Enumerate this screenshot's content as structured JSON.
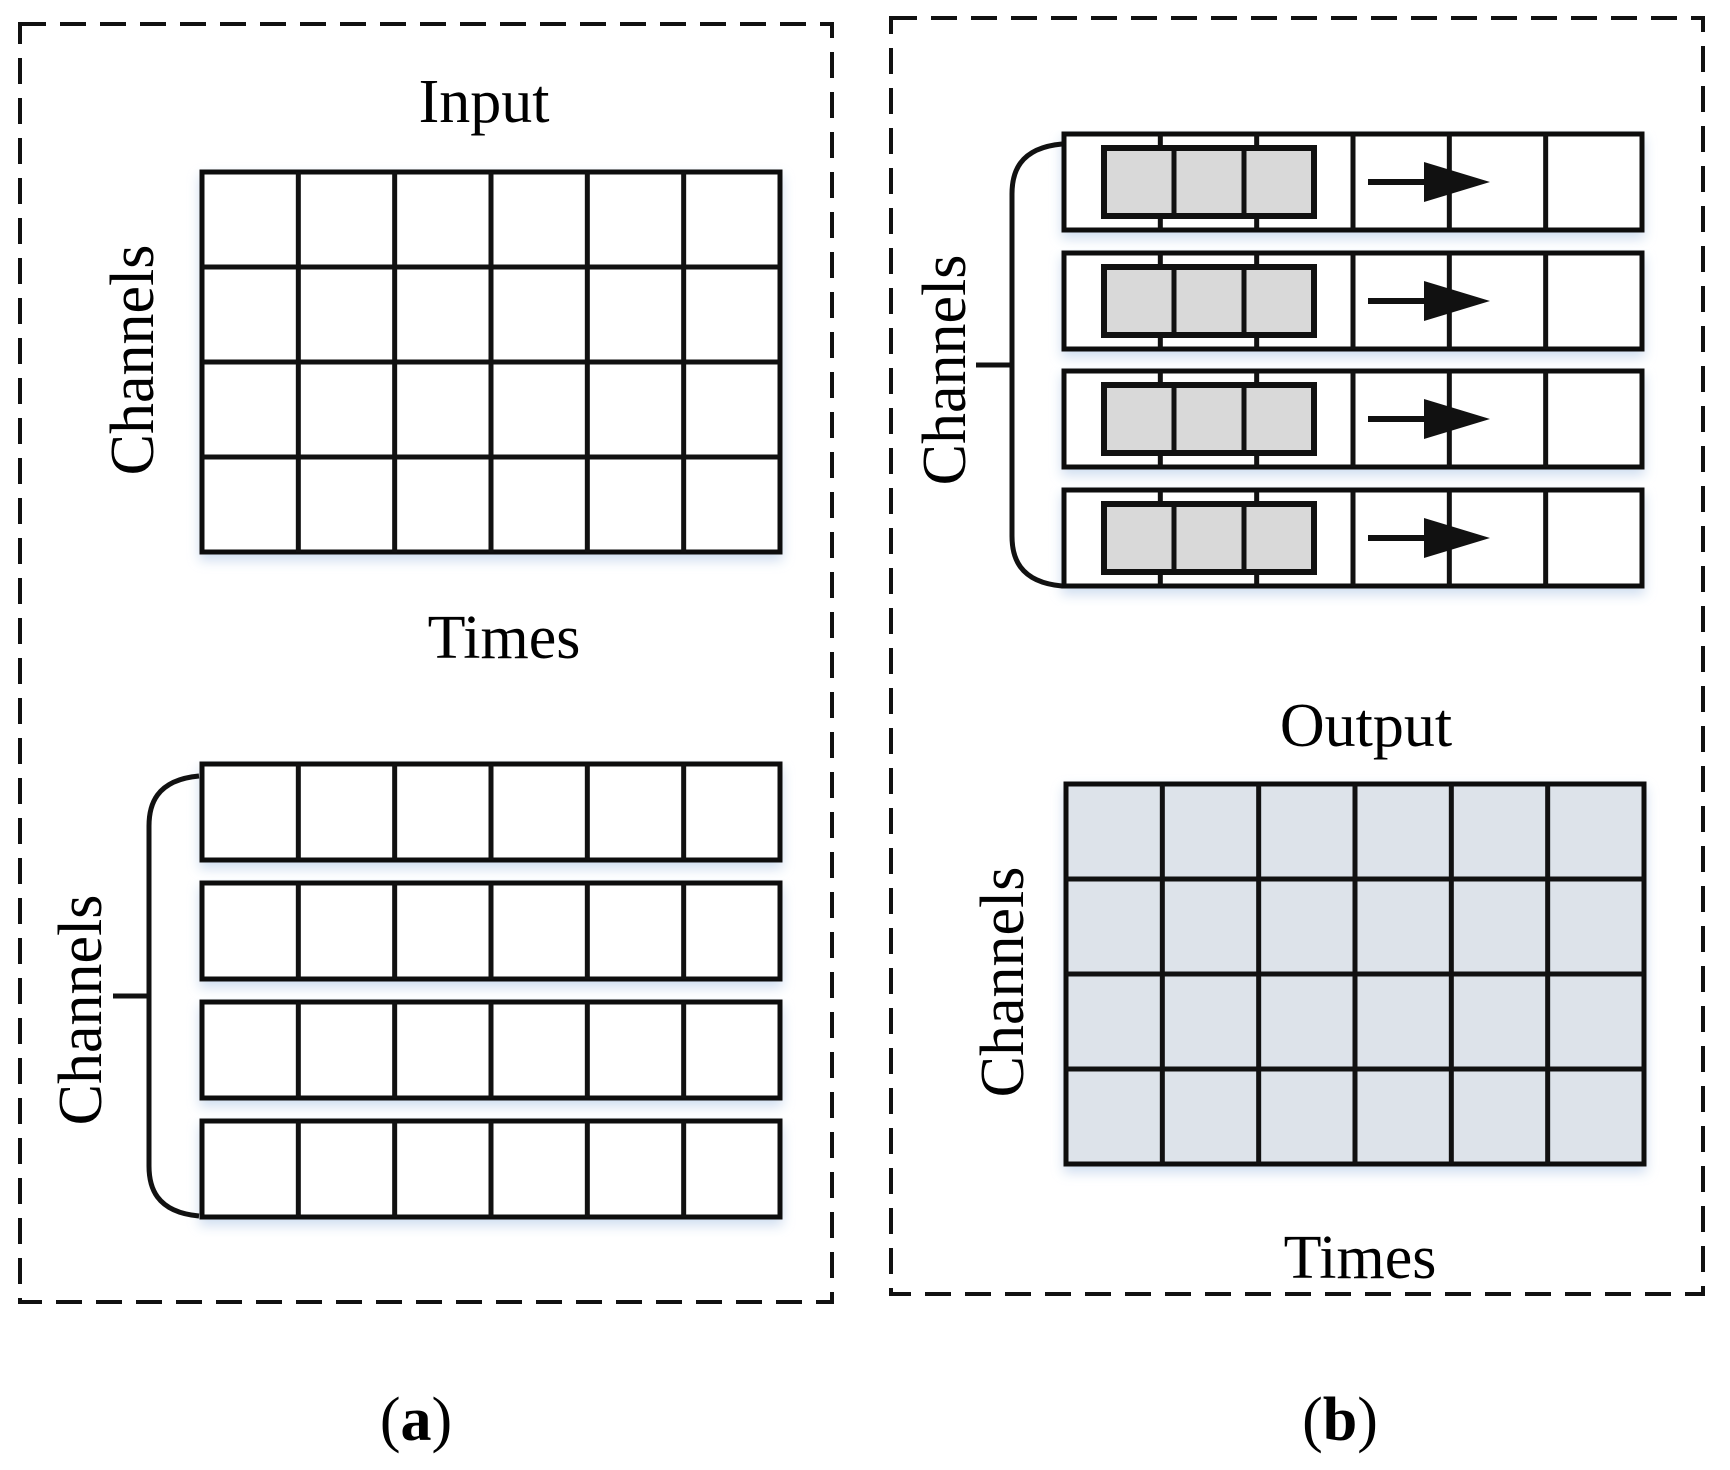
{
  "panel_a": {
    "title": "Input",
    "grid": {
      "rows": 4,
      "cols": 6
    },
    "y_label": "Channels",
    "x_label": "Times",
    "split_y_label": "Channels",
    "split_rows": 4,
    "split_cols": 6,
    "caption_open": "(",
    "caption_letter": "a",
    "caption_close": ")"
  },
  "panel_b": {
    "y_label": "Channels",
    "conv_rows": 4,
    "conv_cols": 6,
    "kernel_width": 3,
    "output_title": "Output",
    "output_grid": {
      "rows": 4,
      "cols": 6
    },
    "output_y_label": "Channels",
    "output_x_label": "Times",
    "caption_open": "(",
    "caption_letter": "b",
    "caption_close": ")"
  },
  "colors": {
    "line": "#111111",
    "kernel_fill": "#d9d9d9",
    "output_fill": "#dde3ea",
    "glow": "#c9d9ee"
  }
}
